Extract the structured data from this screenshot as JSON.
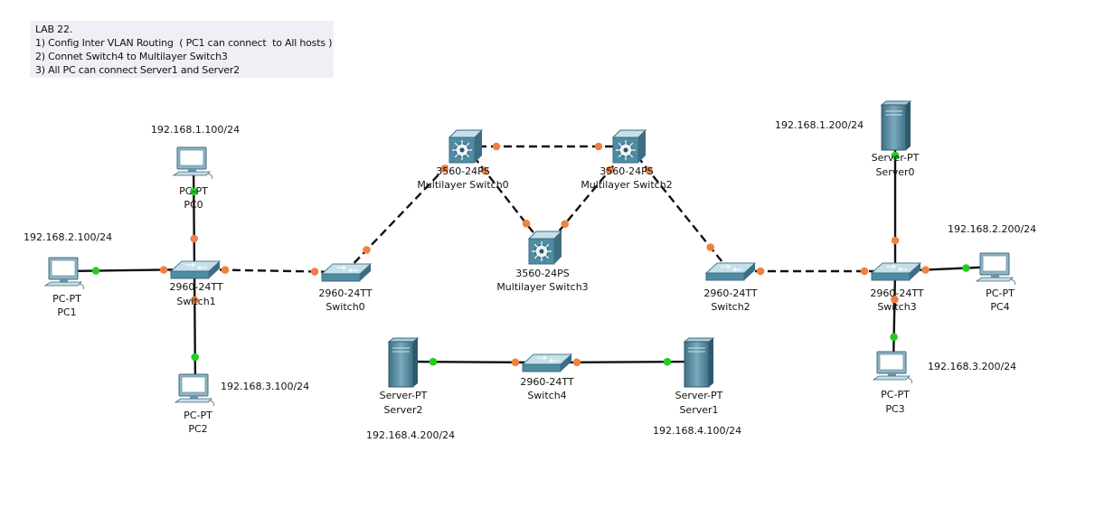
{
  "note": {
    "lines": [
      "LAB 22.",
      "1) Config Inter VLAN Routing  ( PC1 can connect  to All hosts )",
      "2) Connet Switch4 to Multilayer Switch3",
      "3) All PC can connect Server1 and Server2"
    ]
  },
  "devices": [
    {
      "id": "PC0",
      "type": "pc",
      "model": "PC-PT",
      "name": "PC0",
      "ip": "192.168.1.100/24"
    },
    {
      "id": "PC1",
      "type": "pc",
      "model": "PC-PT",
      "name": "PC1",
      "ip": "192.168.2.100/24"
    },
    {
      "id": "PC2",
      "type": "pc",
      "model": "PC-PT",
      "name": "PC2",
      "ip": "192.168.3.100/24"
    },
    {
      "id": "Switch1",
      "type": "switch",
      "model": "2960-24TT",
      "name": "Switch1",
      "ip": ""
    },
    {
      "id": "Switch0",
      "type": "switch",
      "model": "2960-24TT",
      "name": "Switch0",
      "ip": ""
    },
    {
      "id": "MLS0",
      "type": "mls",
      "model": "3560-24PS",
      "name": "Multilayer Switch0",
      "ip": ""
    },
    {
      "id": "MLS2",
      "type": "mls",
      "model": "3560-24PS",
      "name": "Multilayer Switch2",
      "ip": ""
    },
    {
      "id": "MLS3",
      "type": "mls",
      "model": "3560-24PS",
      "name": "Multilayer Switch3",
      "ip": ""
    },
    {
      "id": "Switch2",
      "type": "switch",
      "model": "2960-24TT",
      "name": "Switch2",
      "ip": ""
    },
    {
      "id": "Switch3",
      "type": "switch",
      "model": "2960-24TT",
      "name": "Switch3",
      "ip": ""
    },
    {
      "id": "Server0",
      "type": "server",
      "model": "Server-PT",
      "name": "Server0",
      "ip": "192.168.1.200/24"
    },
    {
      "id": "PC4",
      "type": "pc",
      "model": "PC-PT",
      "name": "PC4",
      "ip": "192.168.2.200/24"
    },
    {
      "id": "PC3",
      "type": "pc",
      "model": "PC-PT",
      "name": "PC3",
      "ip": "192.168.3.200/24"
    },
    {
      "id": "Switch4",
      "type": "switch",
      "model": "2960-24TT",
      "name": "Switch4",
      "ip": ""
    },
    {
      "id": "Server2",
      "type": "server",
      "model": "Server-PT",
      "name": "Server2",
      "ip": "192.168.4.200/24"
    },
    {
      "id": "Server1",
      "type": "server",
      "model": "Server-PT",
      "name": "Server1",
      "ip": "192.168.4.100/24"
    }
  ],
  "links": [
    {
      "from": "PC0",
      "to": "Switch1",
      "cable": "straight",
      "from_status": "up",
      "to_status": "blocking"
    },
    {
      "from": "PC1",
      "to": "Switch1",
      "cable": "straight",
      "from_status": "up",
      "to_status": "blocking"
    },
    {
      "from": "PC2",
      "to": "Switch1",
      "cable": "straight",
      "from_status": "up",
      "to_status": "blocking"
    },
    {
      "from": "Switch1",
      "to": "Switch0",
      "cable": "crossover",
      "from_status": "blocking",
      "to_status": "blocking"
    },
    {
      "from": "Switch0",
      "to": "MLS0",
      "cable": "crossover",
      "from_status": "blocking",
      "to_status": "blocking"
    },
    {
      "from": "MLS0",
      "to": "MLS2",
      "cable": "crossover",
      "from_status": "blocking",
      "to_status": "blocking"
    },
    {
      "from": "MLS0",
      "to": "MLS3",
      "cable": "crossover",
      "from_status": "blocking",
      "to_status": "blocking"
    },
    {
      "from": "MLS2",
      "to": "MLS3",
      "cable": "crossover",
      "from_status": "blocking",
      "to_status": "blocking"
    },
    {
      "from": "MLS2",
      "to": "Switch2",
      "cable": "crossover",
      "from_status": "blocking",
      "to_status": "blocking"
    },
    {
      "from": "Switch2",
      "to": "Switch3",
      "cable": "crossover",
      "from_status": "blocking",
      "to_status": "blocking"
    },
    {
      "from": "Server0",
      "to": "Switch3",
      "cable": "straight",
      "from_status": "up",
      "to_status": "blocking"
    },
    {
      "from": "PC4",
      "to": "Switch3",
      "cable": "straight",
      "from_status": "up",
      "to_status": "blocking"
    },
    {
      "from": "PC3",
      "to": "Switch3",
      "cable": "straight",
      "from_status": "up",
      "to_status": "blocking"
    },
    {
      "from": "Server2",
      "to": "Switch4",
      "cable": "straight",
      "from_status": "up",
      "to_status": "blocking"
    },
    {
      "from": "Server1",
      "to": "Switch4",
      "cable": "straight",
      "from_status": "up",
      "to_status": "blocking"
    }
  ],
  "colors": {
    "link": "#111111",
    "port_up": "#22cc22",
    "port_blocking": "#f08040",
    "device_fill": "#4f8ca3",
    "device_light": "#9cc4d4",
    "note_bg": "#eef0f6"
  }
}
